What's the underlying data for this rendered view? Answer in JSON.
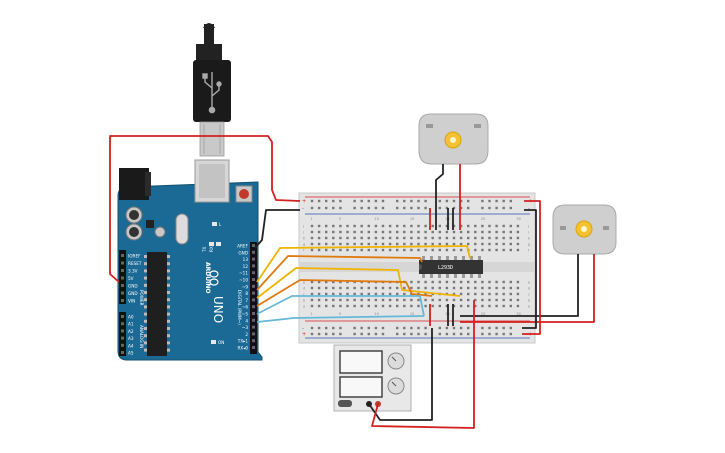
{
  "board": {
    "brand": "ARDUINO",
    "model": "UNO",
    "power_header_labels": [
      "IOREF",
      "RESET",
      "3.3V",
      "5V",
      "GND",
      "GND",
      "VIN"
    ],
    "analog_header_labels": [
      "A0",
      "A1",
      "A2",
      "A3",
      "A4",
      "A5"
    ],
    "power_group_label": "POWER",
    "analog_group_label": "ANALOG IN",
    "digital_header_labels": [
      "AREF",
      "GND",
      "13",
      "12",
      "~11",
      "~10",
      "~9",
      "8",
      "7",
      "~6",
      "~5",
      "4",
      "~3",
      "2",
      "TX▸1",
      "RX◂0"
    ],
    "digital_group_label": "DIGITAL (PWM~)",
    "indicator_labels": [
      "TX",
      "RX"
    ],
    "l_label": "L",
    "on_label": "ON"
  },
  "chip": {
    "label": "L293D"
  },
  "breadboard": {
    "column_numbers": [
      "1",
      "5",
      "10",
      "15",
      "20",
      "25",
      "30"
    ],
    "row_letters_top": [
      "j",
      "i",
      "h",
      "g",
      "f"
    ],
    "row_letters_bottom": [
      "e",
      "d",
      "c",
      "b",
      "a"
    ]
  },
  "components": {
    "motors": [
      "motor-left-top",
      "motor-right"
    ],
    "power_supply": "bench-power-supply",
    "usb": "usb-cable"
  },
  "colors": {
    "board_blue": "#1b6a96",
    "wire_red": "#d42020",
    "wire_black": "#222222",
    "wire_yellow": "#f0b400",
    "wire_orange": "#e07a10",
    "wire_lightblue": "#66b8d8",
    "chip_dark": "#333333"
  }
}
